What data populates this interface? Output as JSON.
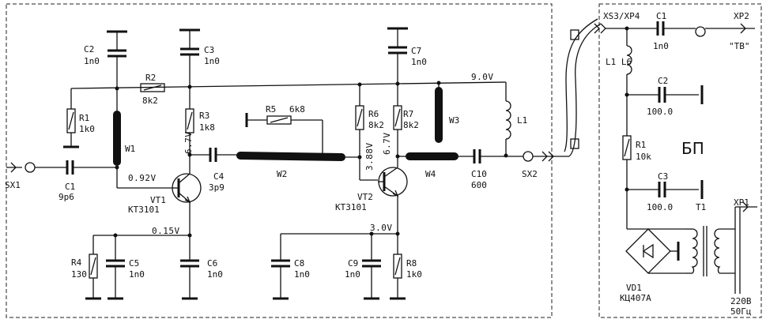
{
  "blocks": {
    "power_supply": "БП"
  },
  "connectors": {
    "sx1": "SX1",
    "sx2": "SX2",
    "xs3_xp4": "XS3/XP4",
    "xp2": "XP2",
    "xp2_label": "\"ТВ\"",
    "xp1": "XP1"
  },
  "mains": {
    "voltage": "220В",
    "frequency": "50Гц"
  },
  "voltages": {
    "v_top": "9.0V",
    "v_vt1_c": "6.7V",
    "v_vt2_c": "6.7V",
    "v_vt1_b": "0.92V",
    "v_vt1_e": "0.15V",
    "v_vt2_b": "3.88V",
    "v_vt2_e": "3.0V"
  },
  "components": {
    "c1": {
      "ref": "C1",
      "val": "9p6"
    },
    "c2": {
      "ref": "C2",
      "val": "1n0"
    },
    "c3": {
      "ref": "C3",
      "val": "1n0"
    },
    "c4": {
      "ref": "C4",
      "val": "3p9"
    },
    "c5": {
      "ref": "C5",
      "val": "1n0"
    },
    "c6": {
      "ref": "C6",
      "val": "1n0"
    },
    "c7": {
      "ref": "C7",
      "val": "1n0"
    },
    "c8": {
      "ref": "C8",
      "val": "1n0"
    },
    "c9": {
      "ref": "C9",
      "val": "1n0"
    },
    "c10": {
      "ref": "C10",
      "val": "600"
    },
    "r1": {
      "ref": "R1",
      "val": "1k0"
    },
    "r2": {
      "ref": "R2",
      "val": "8k2"
    },
    "r3": {
      "ref": "R3",
      "val": "1k8"
    },
    "r4": {
      "ref": "R4",
      "val": "130"
    },
    "r5": {
      "ref": "R5",
      "val": "6k8"
    },
    "r6": {
      "ref": "R6",
      "val": "8k2"
    },
    "r7": {
      "ref": "R7",
      "val": "8k2"
    },
    "r8": {
      "ref": "R8",
      "val": "1k0"
    },
    "vt1": {
      "ref": "VT1",
      "val": "КТ3101"
    },
    "vt2": {
      "ref": "VT2",
      "val": "КТ3101"
    },
    "w1": "W1",
    "w2": "W2",
    "w3": "W3",
    "w4": "W4",
    "l1": "L1",
    "ps_c1": {
      "ref": "C1",
      "val": "1n0"
    },
    "ps_c2": {
      "ref": "C2",
      "val": "100.0"
    },
    "ps_c3": {
      "ref": "C3",
      "val": "100.0"
    },
    "ps_r1": {
      "ref": "R1",
      "val": "10k"
    },
    "ps_l": "L1  L6",
    "t1": "T1",
    "vd1": {
      "ref": "VD1",
      "val": "КЦ407А"
    }
  }
}
